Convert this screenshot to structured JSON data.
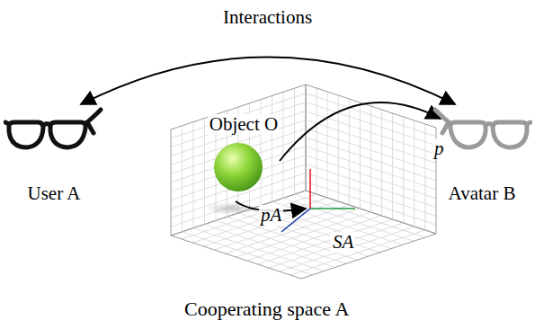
{
  "diagram": {
    "nodes": [
      {
        "text": [
          "User A"
        ]
      },
      {
        "text": [
          "Object O"
        ]
      },
      {
        "text": [
          "Avatar B"
        ]
      }
    ],
    "edges": [
      {
        "from": 0,
        "to": 2,
        "label": "Interactions",
        "arrow": "both"
      },
      {
        "from": 1,
        "to": 2,
        "label": "p",
        "arrow": "to"
      }
    ],
    "labels": [
      "pA",
      "SA",
      "Cooperating space A"
    ]
  }
}
